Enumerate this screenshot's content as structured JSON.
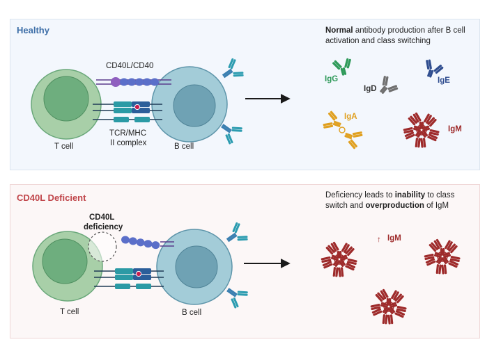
{
  "healthy": {
    "title": "Healthy",
    "note_bold": "Normal",
    "note_rest": " antibody production after B cell activation and class switching",
    "label_cd40": "CD40L/CD40",
    "label_tcr_1": "TCR/MHC",
    "label_tcr_2": "II complex",
    "label_tcell": "T cell",
    "label_bcell": "B cell",
    "igg": "IgG",
    "igd": "IgD",
    "ige": "IgE",
    "iga": "IgA",
    "igm": "IgM"
  },
  "deficient": {
    "title": "CD40L Deficient",
    "note_1": "Deficiency leads to ",
    "note_2": "inability",
    "note_3": " to class switch and ",
    "note_4": "overproduction",
    "note_5": " of IgM",
    "label_def_1": "CD40L",
    "label_def_2": "deficiency",
    "label_tcell": "T cell",
    "label_bcell": "B cell",
    "igm_up": "IgM",
    "up_arrow": "↑"
  },
  "colors": {
    "healthy_title": "#3e6fa8",
    "deficient_title": "#c0454a",
    "tcell": "#a8cfa8",
    "tcell_nucleus": "#6eae7e",
    "bcell": "#a3ccd8",
    "bcell_nucleus": "#6fa2b4",
    "igg": "#2f9a5a",
    "igd": "#6f6f6f",
    "ige": "#2f4d8f",
    "iga": "#e0a020",
    "igm": "#9e2b2b"
  }
}
